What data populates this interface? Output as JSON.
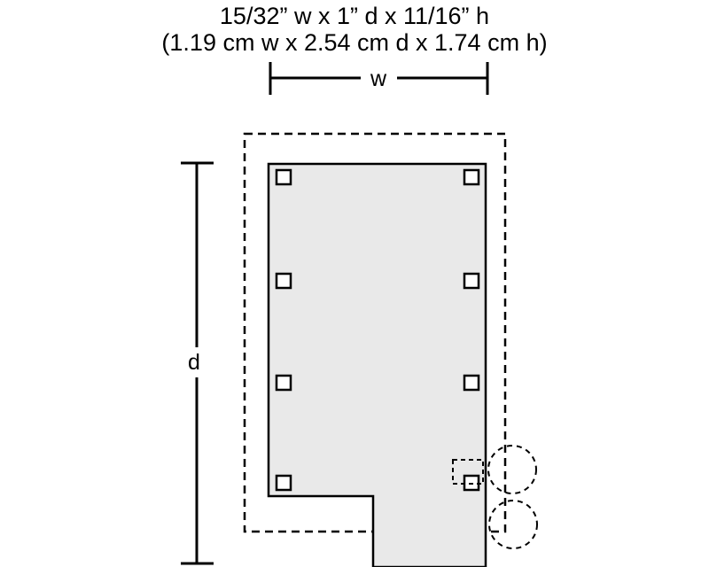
{
  "title": {
    "line1": "15/32” w x 1” d x 11/16” h",
    "line2": "(1.19 cm w x 2.54 cm d x 1.74 cm h)"
  },
  "labels": {
    "width": "w",
    "depth": "d"
  },
  "colors": {
    "background": "#ffffff",
    "line": "#000000",
    "shape_fill": "#e9e9e9",
    "peg_fill": "#ffffff"
  }
}
